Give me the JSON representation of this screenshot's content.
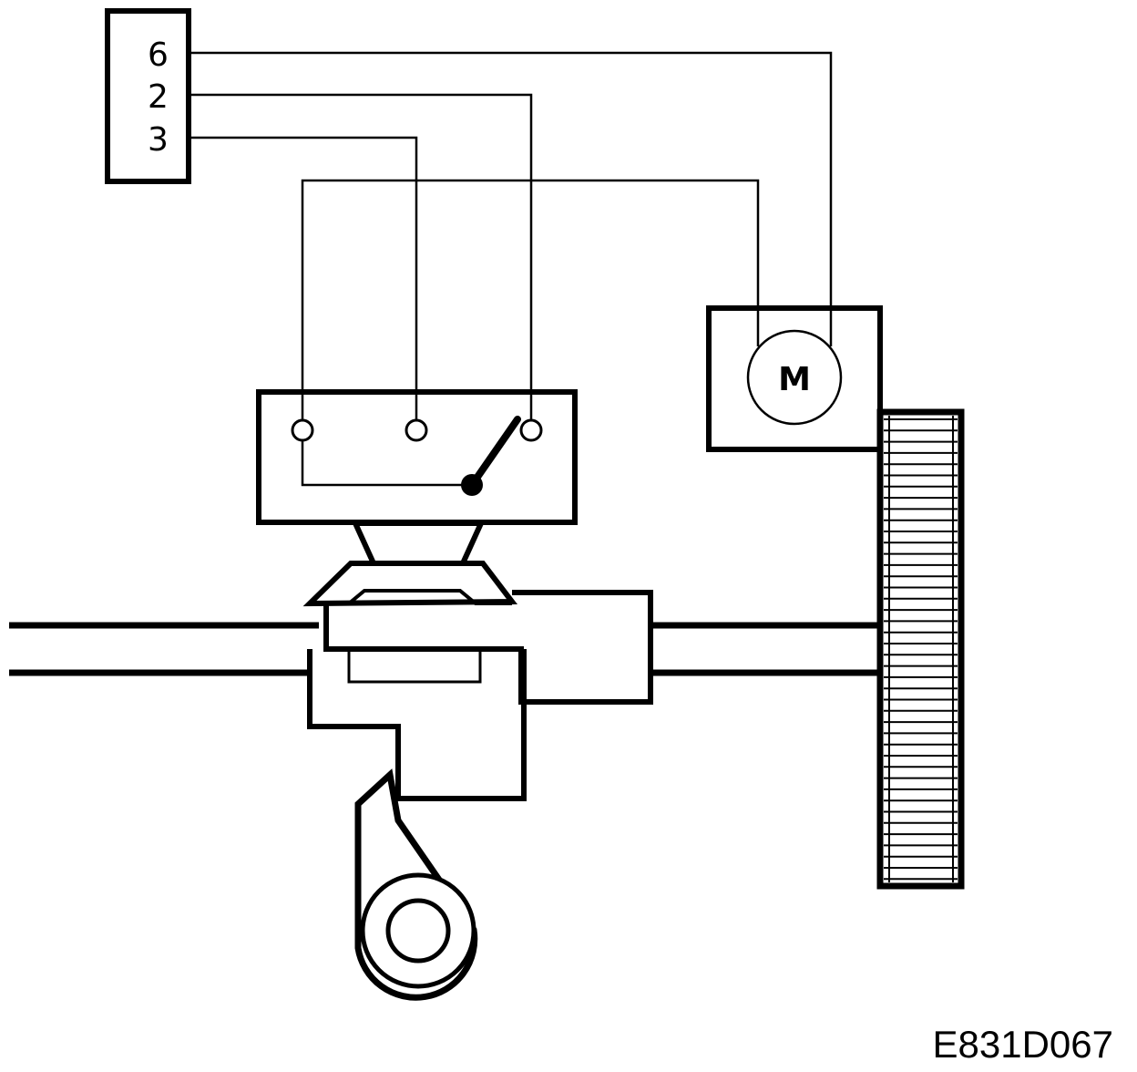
{
  "connector": {
    "pins": [
      "6",
      "2",
      "3"
    ]
  },
  "motor": {
    "label": "M"
  },
  "figure": {
    "code": "E831D067"
  },
  "colors": {
    "ink": "#000000",
    "paper": "#ffffff"
  }
}
